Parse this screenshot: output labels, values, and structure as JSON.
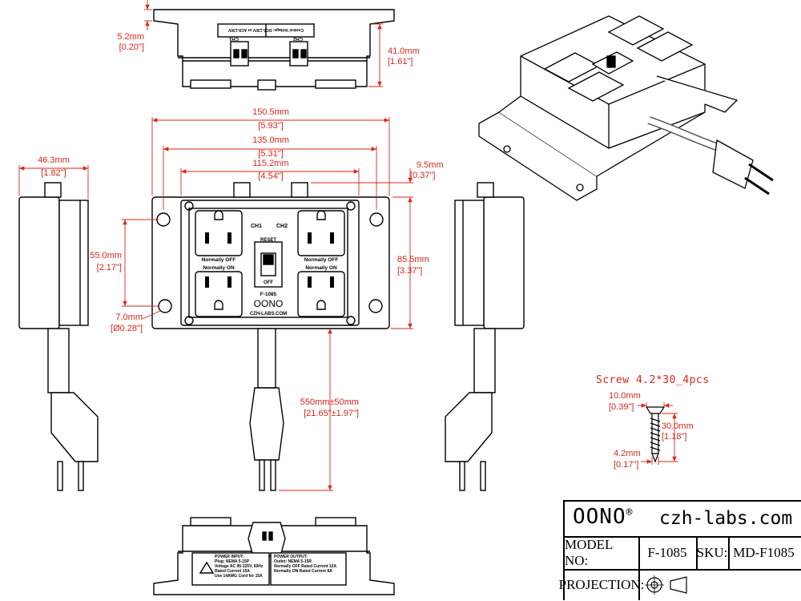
{
  "drawing": {
    "dimensions": {
      "top_offset": {
        "mm": "5.2mm",
        "in": "[0.20\"]"
      },
      "top_height": {
        "mm": "41.0mm",
        "in": "[1.61\"]"
      },
      "overall_width": {
        "mm": "150.5mm",
        "in": "[5.93\"]"
      },
      "hole_spacing": {
        "mm": "135.0mm",
        "in": "[5.31\"]"
      },
      "body_width": {
        "mm": "115.2mm",
        "in": "[4.54\"]"
      },
      "terminal_height": {
        "mm": "9.5mm",
        "in": "[0.37\"]"
      },
      "depth": {
        "mm": "46.3mm",
        "in": "[1.82\"]"
      },
      "hole_vertical": {
        "mm": "55.0mm",
        "in": "[2.17\"]"
      },
      "hole_diameter": {
        "mm": "7.0mm",
        "in": "[Ø0.28\"]"
      },
      "overall_height": {
        "mm": "85.5mm",
        "in": "[3.37\"]"
      },
      "cord_length": {
        "mm": "550mm±50mm",
        "in": "[21.65\"±1.97\"]"
      }
    },
    "device_labels": {
      "ch1": "CH1",
      "ch2": "CH2",
      "reset": "RESET",
      "off": "OFF",
      "normally_off_left": "Normally OFF",
      "normally_on_left": "Normally ON",
      "normally_off_right": "Normally OFF",
      "normally_on_right": "Normally ON",
      "model": "F-1085",
      "logo": "OONO",
      "url": "CZH-LABS.COM",
      "control_voltage": "Control Voltage: DC5-130V or AC8-130V",
      "ch1_top": "CH1",
      "ch2_top": "CH2"
    },
    "power_input": {
      "title": "POWER INPUT:",
      "lines": [
        "Plug: NEMA 5-15P",
        "Voltage AC 95-125V, 60Hz",
        "Rated Current 15A",
        "Use 14AWG Cord for 15A"
      ]
    },
    "power_output": {
      "title": "POWER OUTPUT:",
      "lines": [
        "Outlet: NEMA 5-15R",
        "Normally OFF Rated Current 12A",
        "Normally ON Rated Current 8A"
      ]
    },
    "screw": {
      "title": "Screw 4.2*30_4pcs",
      "head": {
        "mm": "10.0mm",
        "in": "[0.39\"]"
      },
      "length": {
        "mm": "30.0mm",
        "in": "[1.18\"]"
      },
      "diameter": {
        "mm": "4.2mm",
        "in": "[0.17\"]"
      }
    }
  },
  "title_block": {
    "brand": "OONO",
    "registered": "®",
    "website": "czh-labs.com",
    "model_label": "MODEL NO:",
    "model_value": "F-1085",
    "sku_label": "SKU:",
    "sku_value": "MD-F1085",
    "projection_label": "PROJECTION:"
  },
  "colors": {
    "dimension": "#d9261c",
    "line": "#000000"
  }
}
